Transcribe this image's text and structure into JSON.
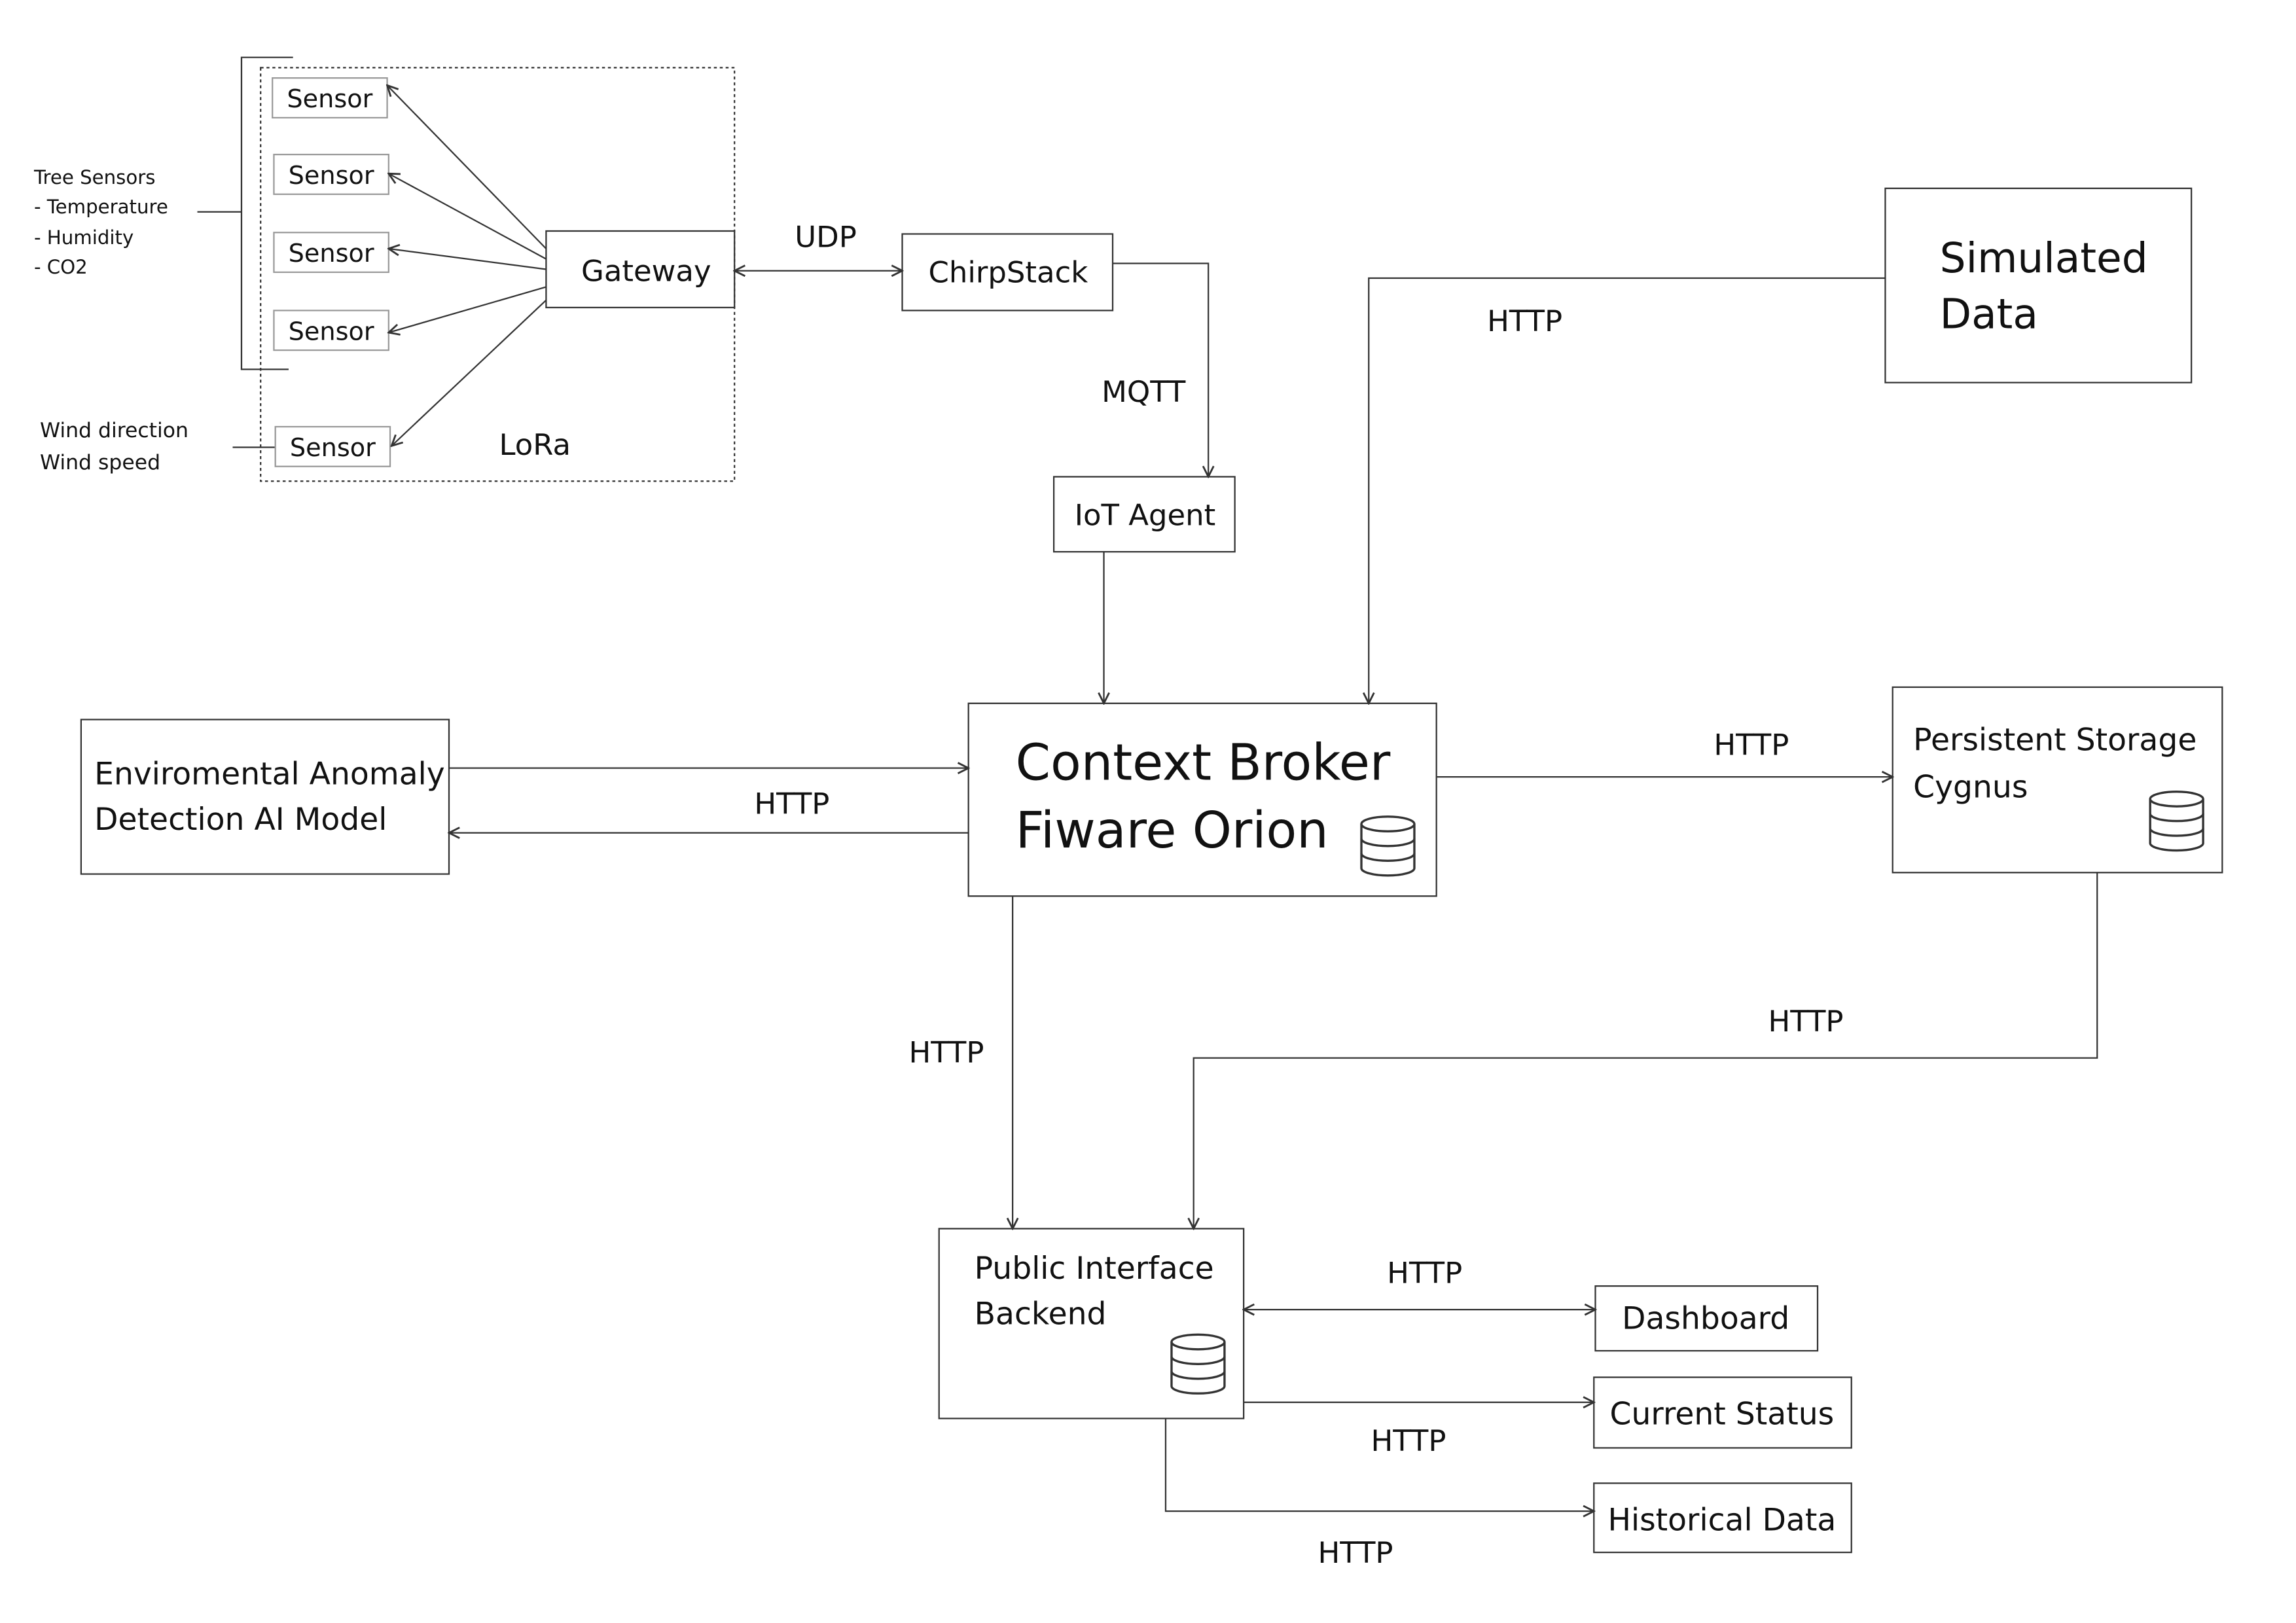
{
  "colors": {
    "stroke": "#333333",
    "text": "#111111",
    "sensor_border": "#999999",
    "background": "#ffffff"
  },
  "icons": {
    "storage": "database-icon"
  },
  "sensors": {
    "tree_group": {
      "title": "Tree Sensors",
      "items": [
        "- Temperature",
        "- Humidity",
        "- CO2"
      ]
    },
    "wind_group": {
      "items": [
        "Wind direction",
        "Wind speed"
      ]
    },
    "labels": [
      "Sensor",
      "Sensor",
      "Sensor",
      "Sensor",
      "Sensor"
    ]
  },
  "nodes": {
    "gateway": "Gateway",
    "lora": "LoRa",
    "chirpstack": "ChirpStack",
    "iot_agent": "IoT Agent",
    "simulated": [
      "Simulated",
      "Data"
    ],
    "orion": [
      "Context Broker",
      "Fiware Orion"
    ],
    "ai_model": [
      "Enviromental Anomaly",
      "Detection AI Model"
    ],
    "storage": [
      "Persistent Storage",
      "Cygnus"
    ],
    "backend": [
      "Public Interface",
      "Backend"
    ],
    "dashboard": "Dashboard",
    "current_status": "Current Status",
    "historical": "Historical Data"
  },
  "edges": {
    "udp": "UDP",
    "mqtt": "MQTT",
    "http_simulated": "HTTP",
    "http_ai": "HTTP",
    "http_storage": "HTTP",
    "http_orion_backend": "HTTP",
    "http_storage_backend": "HTTP",
    "http_dashboard": "HTTP",
    "http_current": "HTTP",
    "http_historical": "HTTP"
  }
}
